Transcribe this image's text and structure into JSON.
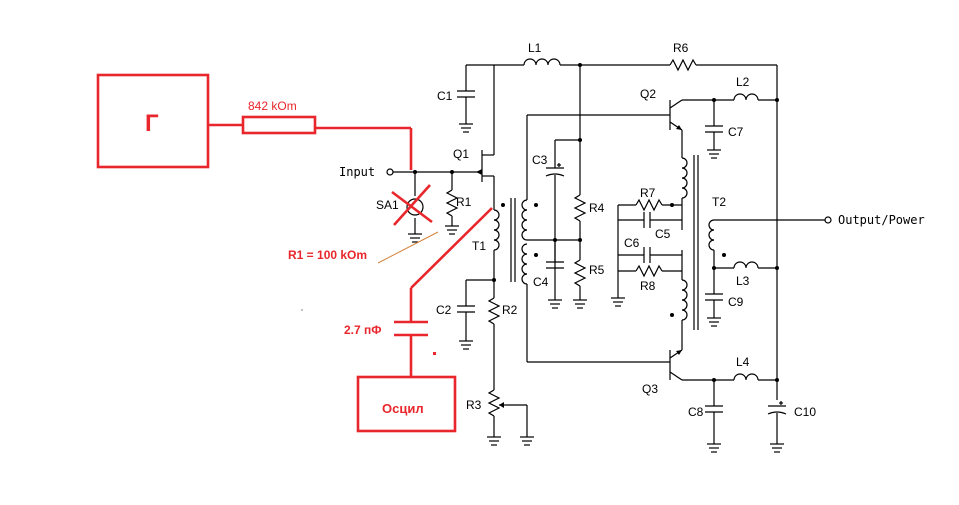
{
  "labels": {
    "L1": "L1",
    "L2": "L2",
    "L3": "L3",
    "L4": "L4",
    "R1": "R1",
    "R2": "R2",
    "R3": "R3",
    "R4": "R4",
    "R5": "R5",
    "R6": "R6",
    "R7": "R7",
    "R8": "R8",
    "C1": "C1",
    "C2": "C2",
    "C3": "C3",
    "C4": "C4",
    "C5": "C5",
    "C6": "C6",
    "C7": "C7",
    "C8": "C8",
    "C9": "C9",
    "C10": "C10",
    "Q1": "Q1",
    "Q2": "Q2",
    "Q3": "Q3",
    "T1": "T1",
    "T2": "T2",
    "SA1": "SA1",
    "input": "Input",
    "output": "Output/Power"
  },
  "annotations": {
    "generator": "Г",
    "resistor_value": "842 kOm",
    "r1_value": "R1 = 100 kOm",
    "capacitor_value": "2.7 пФ",
    "scope": "Осцил"
  },
  "colors": {
    "annotation": "#e8262b",
    "circuit": "#000000"
  }
}
